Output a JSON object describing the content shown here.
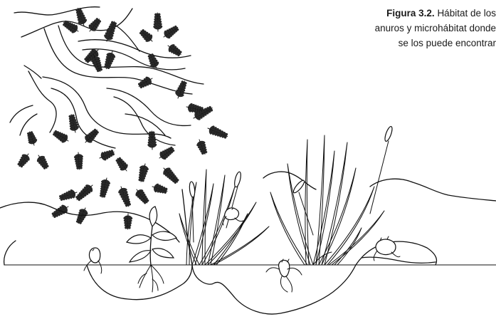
{
  "caption": {
    "label": "Figura 3.2.",
    "line1": "Hábitat de los",
    "line2": "anuros y microhábitat donde",
    "line3": "se los puede encontrar"
  }
}
